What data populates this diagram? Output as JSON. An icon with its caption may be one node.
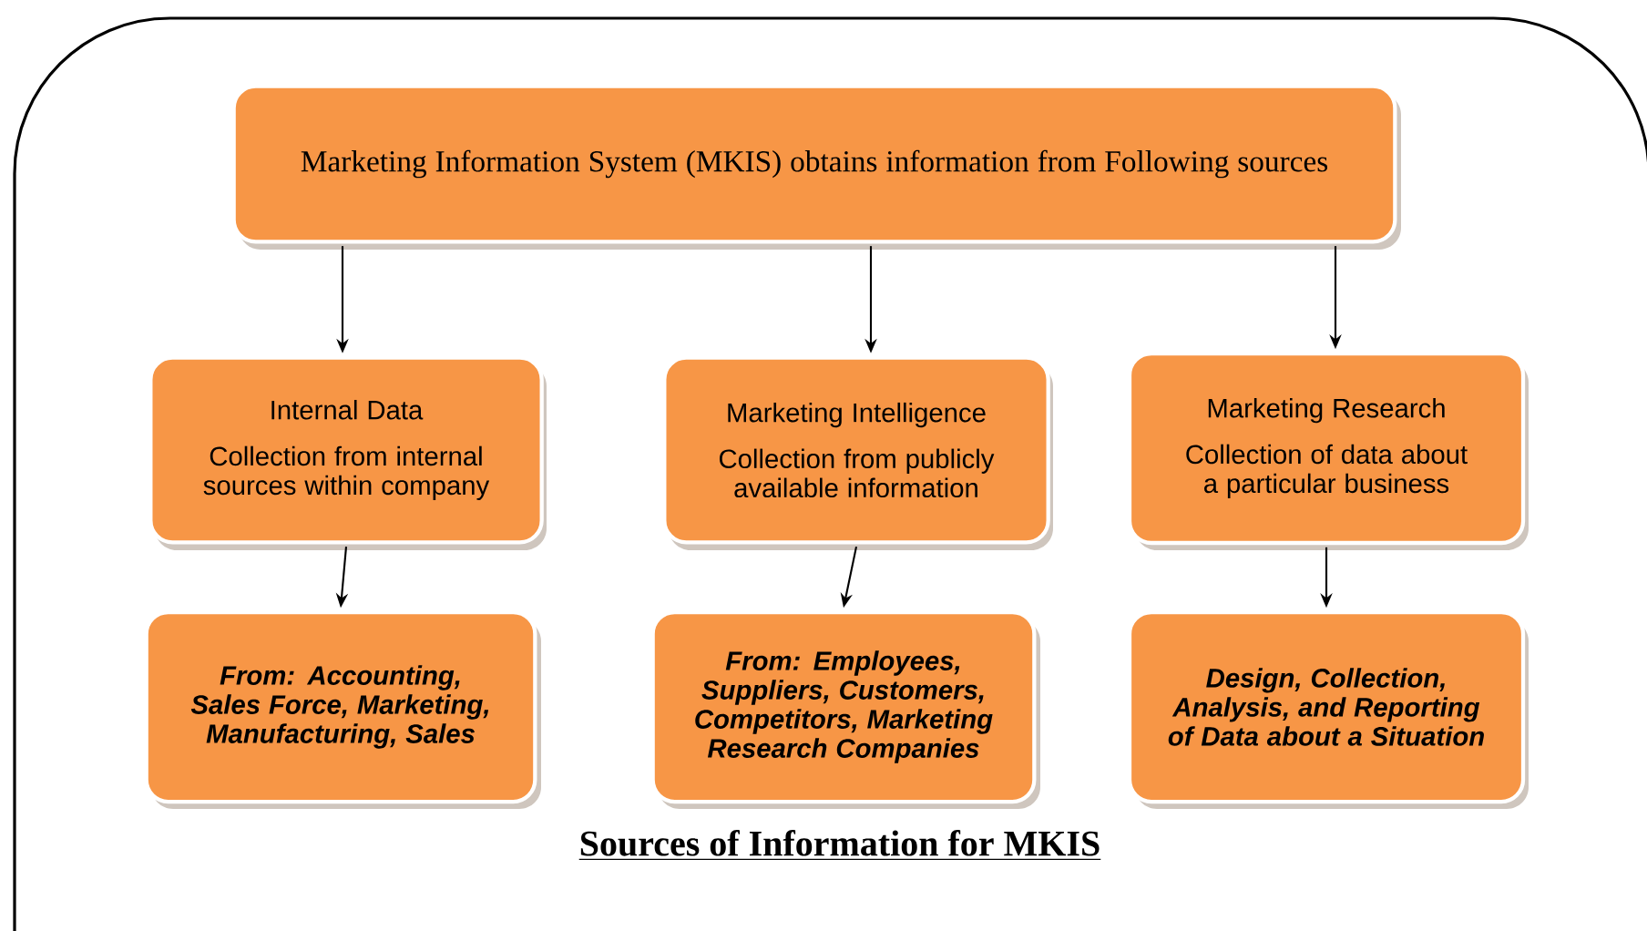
{
  "diagram": {
    "caption": "Sources of Information for MKIS",
    "nodes": [
      {
        "text": [
          "Marketing Information System (MKIS) obtains information from Following sources"
        ]
      },
      {
        "text": [
          "Internal Data",
          "Collection from internal sources within company"
        ]
      },
      {
        "text": [
          "Marketing Intelligence",
          "Collection from publicly available information"
        ]
      },
      {
        "text": [
          "Marketing Research",
          "Collection of data about a particular business"
        ]
      },
      {
        "text": [
          "From: Accounting, Sales Force, Marketing, Manufacturing, Sales"
        ]
      },
      {
        "text": [
          "From: Employees, Suppliers, Customers, Competitors, Marketing Research Companies"
        ]
      },
      {
        "text": [
          "Design, Collection, Analysis, and Reporting of Data about a Situation"
        ]
      }
    ],
    "edges": [
      {
        "from": 0,
        "to": 1,
        "arrow": "to"
      },
      {
        "from": 0,
        "to": 2,
        "arrow": "to"
      },
      {
        "from": 0,
        "to": 3,
        "arrow": "to"
      },
      {
        "from": 1,
        "to": 4,
        "arrow": "to"
      },
      {
        "from": 2,
        "to": 5,
        "arrow": "to"
      },
      {
        "from": 3,
        "to": 6,
        "arrow": "to"
      }
    ]
  }
}
